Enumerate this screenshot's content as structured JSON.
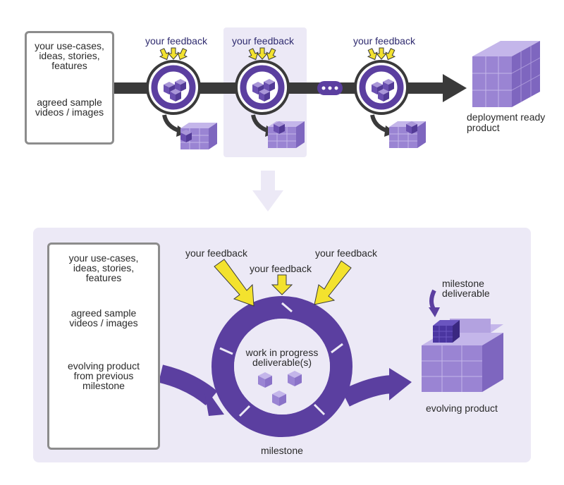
{
  "top": {
    "inputs_box": {
      "line1": "your use-cases,",
      "line2": "ideas, stories,",
      "line3": "features",
      "media_line1": "agreed sample",
      "media_line2": "videos / images"
    },
    "feedback_labels": [
      "your feedback",
      "your feedback",
      "your feedback"
    ],
    "output_label_line1": "deployment ready",
    "output_label_line2": "product"
  },
  "bottom": {
    "inputs_box": {
      "line1": "your use-cases,",
      "line2": "ideas, stories,",
      "line3": "features",
      "media_line1": "agreed sample",
      "media_line2": "videos / images",
      "evolving_line1": "evolving product",
      "evolving_line2": "from previous",
      "evolving_line3": "milestone"
    },
    "feedback_left": "your feedback",
    "feedback_center": "your feedback",
    "feedback_right": "your feedback",
    "cycle_line1": "work in progress",
    "cycle_line2": "deliverable(s)",
    "milestone_label": "milestone",
    "deliverable_line1": "milestone",
    "deliverable_line2": "deliverable",
    "evolving_product_label": "evolving product"
  },
  "colors": {
    "purple": "#5b3fa0",
    "light_purple": "#ece9f6",
    "yellow": "#f3e22e",
    "orange": "#f08c16",
    "dark_arrow": "#3a3a3a"
  },
  "icons": [
    "lightbulb-icon",
    "book-icon",
    "speaker-icon",
    "film-reel-icon",
    "image-icon"
  ]
}
